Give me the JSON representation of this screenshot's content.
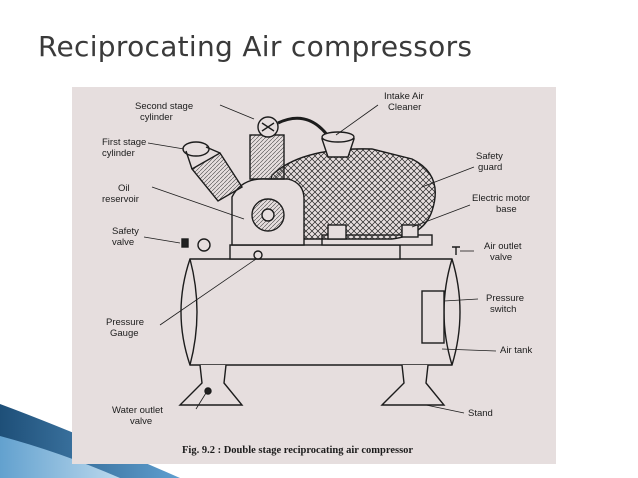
{
  "slide": {
    "title": "Reciprocating Air compressors"
  },
  "figure": {
    "caption": "Fig. 9.2 : Double stage reciprocating air compressor",
    "labels": {
      "second_stage_cylinder": [
        "Second stage",
        "cylinder"
      ],
      "first_stage_cylinder": [
        "First stage",
        "cylinder"
      ],
      "oil_reservoir": [
        "Oil",
        "reservoir"
      ],
      "safety_valve": [
        "Safety",
        "valve"
      ],
      "pressure_gauge": [
        "Pressure",
        "Gauge"
      ],
      "water_outlet_valve": [
        "Water outlet",
        "valve"
      ],
      "intake_air_cleaner": [
        "Intake Air",
        "Cleaner"
      ],
      "safety_guard": [
        "Safety",
        "guard"
      ],
      "electric_motor_base": [
        "Electric motor",
        "base"
      ],
      "air_outlet_valve": [
        "Air outlet",
        "valve"
      ],
      "pressure_switch": [
        "Pressure",
        "switch"
      ],
      "air_tank": [
        "Air tank"
      ],
      "stand": [
        "Stand"
      ]
    }
  },
  "colors": {
    "accent_dark": "#1e4f78",
    "accent_light": "#8ec2e8",
    "paper": "#e6dede",
    "ink": "#1c1c1c"
  }
}
